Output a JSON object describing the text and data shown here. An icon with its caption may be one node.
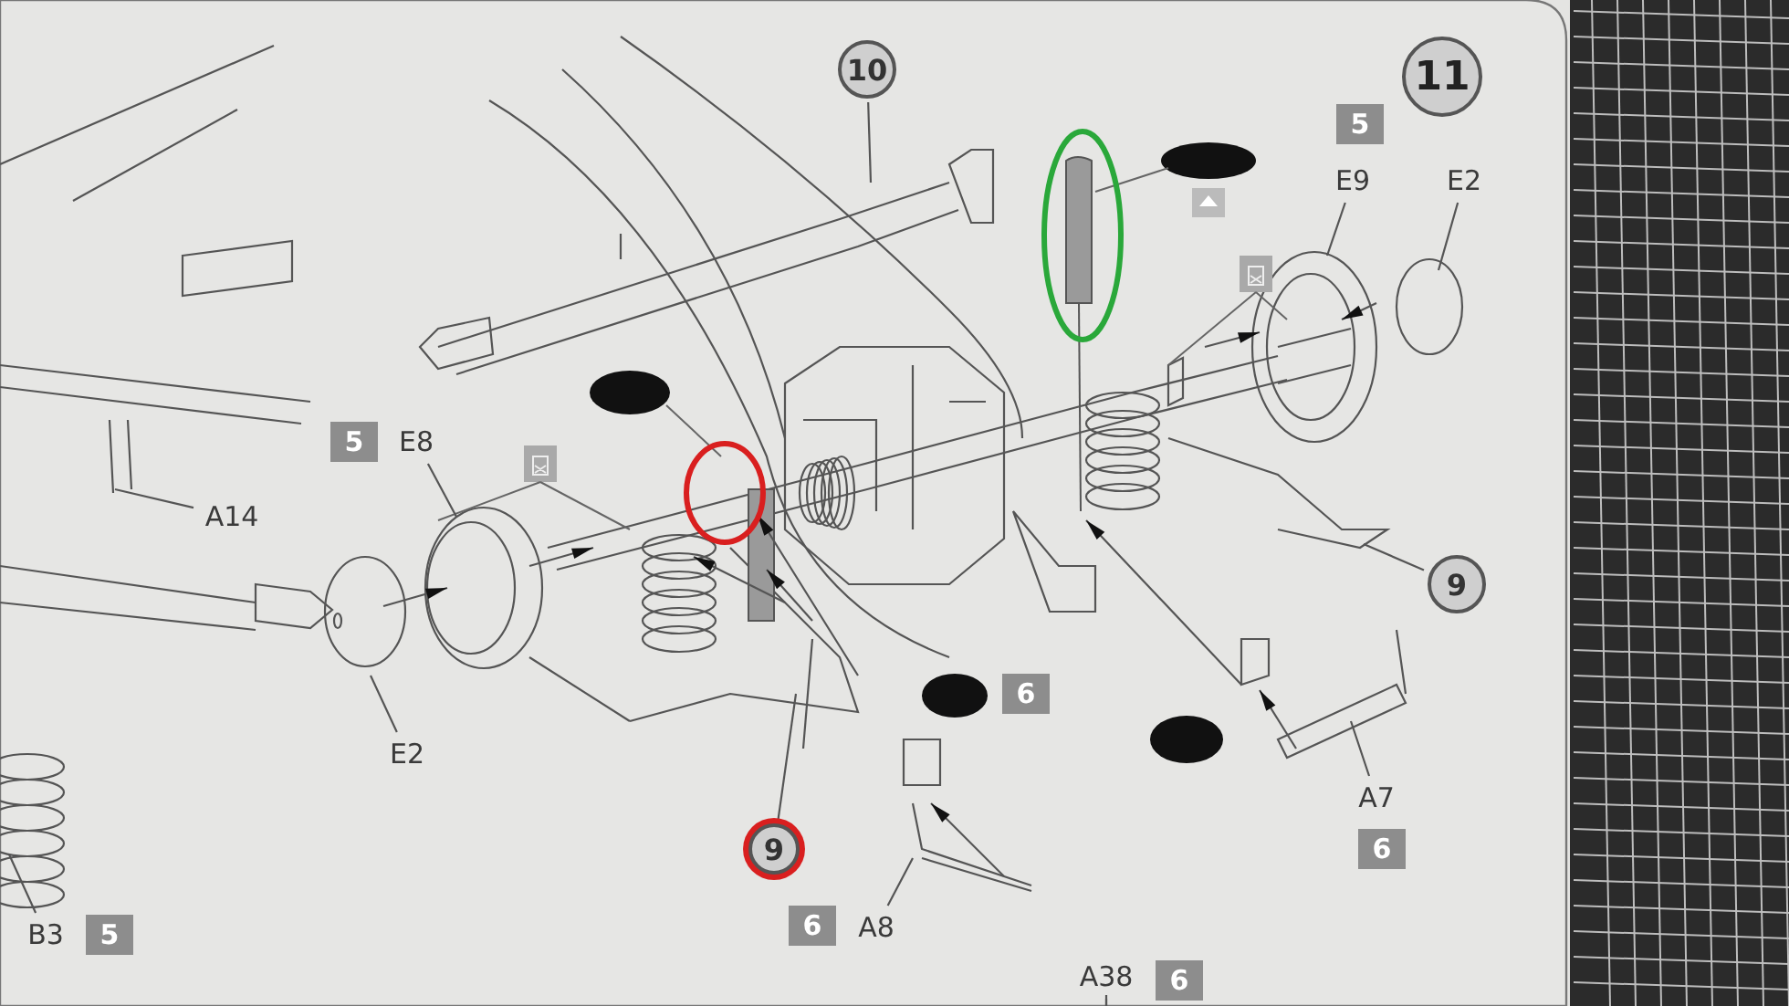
{
  "diagram": {
    "nodes": [
      {
        "text": [
          "10"
        ]
      },
      {
        "text": [
          "11"
        ]
      },
      {
        "text": [
          "5"
        ]
      },
      {
        "text": [
          "E9"
        ]
      },
      {
        "text": [
          "E2"
        ]
      },
      {
        "text": [
          "5"
        ]
      },
      {
        "text": [
          "E8"
        ]
      },
      {
        "text": [
          "A14"
        ]
      },
      {
        "text": [
          "E2"
        ]
      },
      {
        "text": [
          "9"
        ]
      },
      {
        "text": [
          "6"
        ]
      },
      {
        "text": [
          "A7"
        ]
      },
      {
        "text": [
          "6"
        ]
      },
      {
        "text": [
          "9"
        ]
      },
      {
        "text": [
          "6"
        ]
      },
      {
        "text": [
          "A8"
        ]
      },
      {
        "text": [
          "B3"
        ]
      },
      {
        "text": [
          "5"
        ]
      },
      {
        "text": [
          "A38"
        ]
      },
      {
        "text": [
          "6"
        ]
      }
    ],
    "edges": [
      {
        "from": 0,
        "to": null,
        "arrow": "none"
      },
      {
        "from": 3,
        "to": null,
        "arrow": "none"
      },
      {
        "from": 4,
        "to": null,
        "arrow": "none"
      },
      {
        "from": 6,
        "to": null,
        "arrow": "none"
      },
      {
        "from": 7,
        "to": null,
        "arrow": "none"
      },
      {
        "from": 8,
        "to": null,
        "arrow": "none"
      },
      {
        "from": 9,
        "to": null,
        "arrow": "none"
      },
      {
        "from": 11,
        "to": null,
        "arrow": "none"
      },
      {
        "from": 13,
        "to": null,
        "arrow": "none"
      },
      {
        "from": 15,
        "to": null,
        "arrow": "none"
      },
      {
        "from": 16,
        "to": null,
        "arrow": "none"
      },
      {
        "from": 18,
        "to": null,
        "arrow": "none"
      }
    ]
  }
}
